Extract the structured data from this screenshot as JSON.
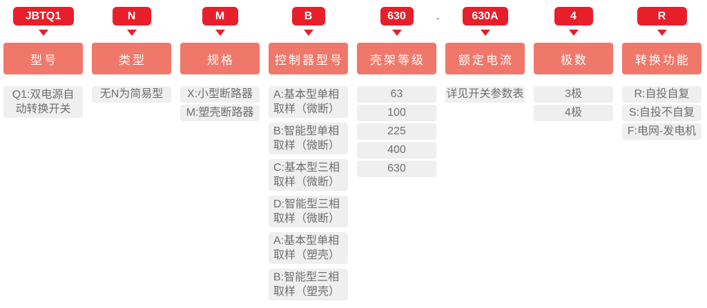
{
  "colors": {
    "badge_red": "#e71f2b",
    "header_salmon": "#f0786a",
    "item_gray": "#efefef"
  },
  "separator": "-",
  "columns": [
    {
      "code": "JBTQ1",
      "label": "型号",
      "items": [
        "Q1:双电源自\n动转换开关"
      ]
    },
    {
      "code": "N",
      "label": "类型",
      "items": [
        "无N为简易型"
      ]
    },
    {
      "code": "M",
      "label": "规格",
      "items": [
        "X:小型断路器",
        "M:塑壳断路器"
      ]
    },
    {
      "code": "B",
      "label": "控制器型号",
      "items": [
        "A:基本型单相\n取样（微断）",
        "B:智能型单相\n取样（微断）",
        "C:基本型三相\n取样（微断）",
        "D:智能型三相\n取样（微断）",
        "A:基本型单相\n取样（塑壳）",
        "B:智能型三相\n取样（塑壳）"
      ]
    },
    {
      "code": "630",
      "label": "壳架等级",
      "items": [
        "63",
        "100",
        "225",
        "400",
        "630"
      ]
    },
    {
      "code": "630A",
      "label": "额定电流",
      "items": [
        "详见开关参数表"
      ]
    },
    {
      "code": "4",
      "label": "极数",
      "items": [
        "3极",
        "4极"
      ]
    },
    {
      "code": "R",
      "label": "转换功能",
      "items": [
        "R:自投自复",
        "S:自投不自复",
        "F:电网-发电机"
      ]
    }
  ]
}
